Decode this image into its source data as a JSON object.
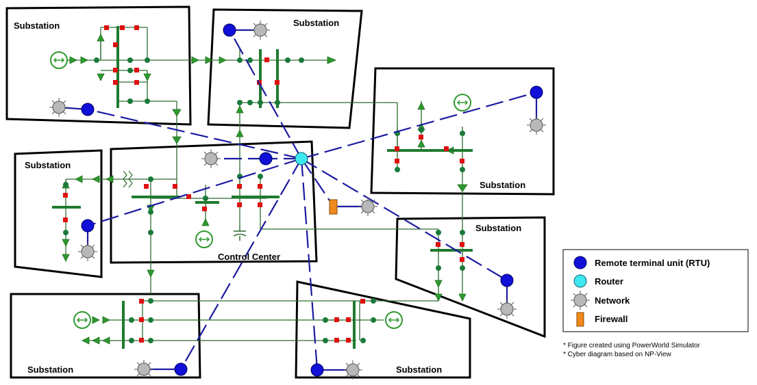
{
  "substations": {
    "s1": "Substation",
    "s2": "Substation",
    "s3": "Substation",
    "s4": "Substation",
    "s5": "Substation",
    "s6": "Substation",
    "s7": "Substation"
  },
  "control_center": "Control Center",
  "legend": {
    "rtu": "Remote terminal unit (RTU)",
    "router": "Router",
    "network": "Network",
    "firewall": "Firewall"
  },
  "notes": {
    "n1": "* Figure created using PowerWorld Simulator",
    "n2": "* Cyber diagram based on NP-View"
  },
  "colors": {
    "rtu": "#1010d8",
    "router": "#3ee8f0",
    "network": "#b8b8b8",
    "firewall": "#f08a1e",
    "breaker": "#e01010",
    "node": "#1a7a3a",
    "bus": "#1f7a2e",
    "cyber_link": "#1a1aa0"
  }
}
